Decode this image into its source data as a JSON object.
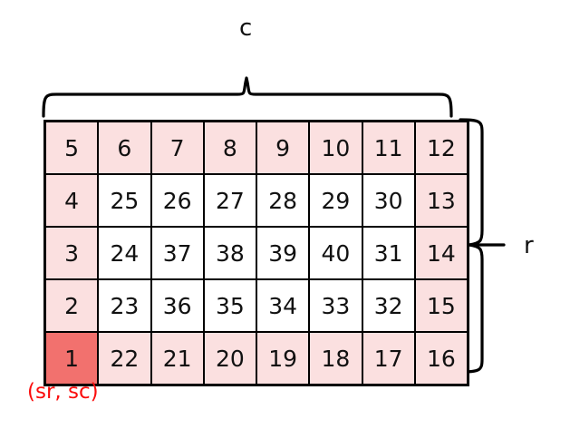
{
  "diagram": {
    "title_alt": "spiral-matrix-traversal-diagram",
    "axis_labels": {
      "columns": "c",
      "rows": "r"
    },
    "start_marker": {
      "label": "(sr, sc)",
      "color": "#fb0d0d",
      "cell_value": "1",
      "cell_color": "#f2716e",
      "row_index": 4,
      "col_index": 0
    },
    "colors": {
      "border": "#000000",
      "perimeter_fill": "#fbe0e0",
      "interior_fill": "#ffffff",
      "highlight_fill": "#f2716e",
      "marker_text": "#fb0d0d",
      "text": "#111111"
    },
    "grid": {
      "rows": 5,
      "cols": 8,
      "cells": [
        [
          {
            "v": "5",
            "s": "pink"
          },
          {
            "v": "6",
            "s": "pink"
          },
          {
            "v": "7",
            "s": "pink"
          },
          {
            "v": "8",
            "s": "pink"
          },
          {
            "v": "9",
            "s": "pink"
          },
          {
            "v": "10",
            "s": "pink"
          },
          {
            "v": "11",
            "s": "pink"
          },
          {
            "v": "12",
            "s": "pink"
          }
        ],
        [
          {
            "v": "4",
            "s": "pink"
          },
          {
            "v": "25",
            "s": "white"
          },
          {
            "v": "26",
            "s": "white"
          },
          {
            "v": "27",
            "s": "white"
          },
          {
            "v": "28",
            "s": "white"
          },
          {
            "v": "29",
            "s": "white"
          },
          {
            "v": "30",
            "s": "white"
          },
          {
            "v": "13",
            "s": "pink"
          }
        ],
        [
          {
            "v": "3",
            "s": "pink"
          },
          {
            "v": "24",
            "s": "white"
          },
          {
            "v": "37",
            "s": "white"
          },
          {
            "v": "38",
            "s": "white"
          },
          {
            "v": "39",
            "s": "white"
          },
          {
            "v": "40",
            "s": "white"
          },
          {
            "v": "31",
            "s": "white"
          },
          {
            "v": "14",
            "s": "pink"
          }
        ],
        [
          {
            "v": "2",
            "s": "pink"
          },
          {
            "v": "23",
            "s": "white"
          },
          {
            "v": "36",
            "s": "white"
          },
          {
            "v": "35",
            "s": "white"
          },
          {
            "v": "34",
            "s": "white"
          },
          {
            "v": "33",
            "s": "white"
          },
          {
            "v": "32",
            "s": "white"
          },
          {
            "v": "15",
            "s": "pink"
          }
        ],
        [
          {
            "v": "1",
            "s": "hot"
          },
          {
            "v": "22",
            "s": "pink"
          },
          {
            "v": "21",
            "s": "pink"
          },
          {
            "v": "20",
            "s": "pink"
          },
          {
            "v": "19",
            "s": "pink"
          },
          {
            "v": "18",
            "s": "pink"
          },
          {
            "v": "17",
            "s": "pink"
          },
          {
            "v": "16",
            "s": "pink"
          }
        ]
      ]
    }
  }
}
